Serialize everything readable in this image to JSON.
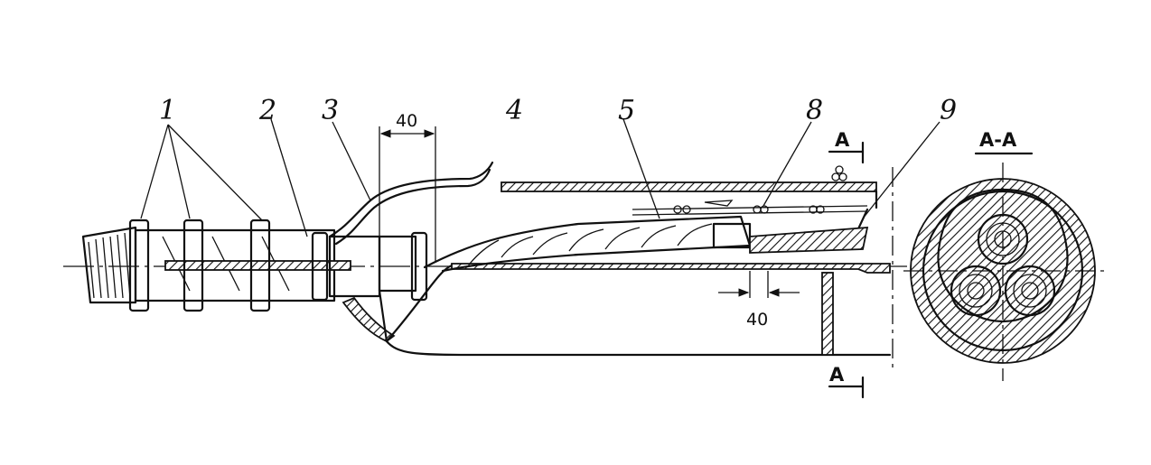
{
  "labels": [
    "1",
    "2",
    "3",
    "4",
    "5",
    "8",
    "9"
  ],
  "dimensions": {
    "top": "40",
    "bottom": "40"
  },
  "section_marks": {
    "top": "A",
    "bottom": "A",
    "view": "A-A"
  }
}
